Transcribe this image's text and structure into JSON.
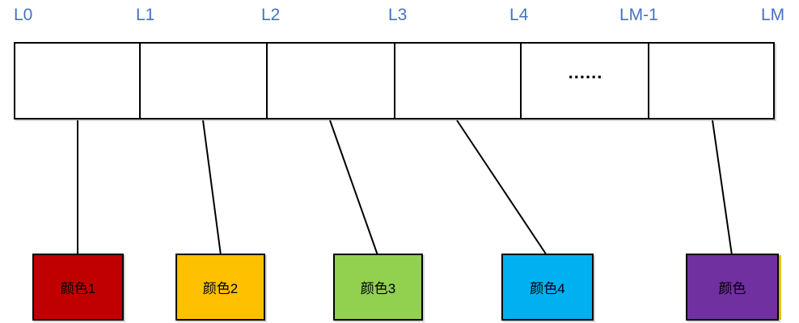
{
  "diagram": {
    "axis_label_color": "#4472C4",
    "axis_labels": [
      {
        "text": "L0"
      },
      {
        "text": "L1"
      },
      {
        "text": "L2"
      },
      {
        "text": "L3"
      },
      {
        "text": "L4"
      },
      {
        "text": "LM-1"
      },
      {
        "text": "LM"
      }
    ],
    "bar": {
      "segment_count": 6,
      "fill": "#FFFFFF",
      "border_color": "#000000",
      "ellipsis": "......"
    },
    "connector_color": "#000000",
    "boxes": [
      {
        "label": "颜色1",
        "color": "#C00000"
      },
      {
        "label": "颜色2",
        "color": "#FFC000"
      },
      {
        "label": "颜色3",
        "color": "#92D050"
      },
      {
        "label": "颜色4",
        "color": "#00B0F0"
      },
      {
        "label": "颜色",
        "color": "#7030A0"
      }
    ],
    "hidden_edge_color": "#FFC000"
  }
}
